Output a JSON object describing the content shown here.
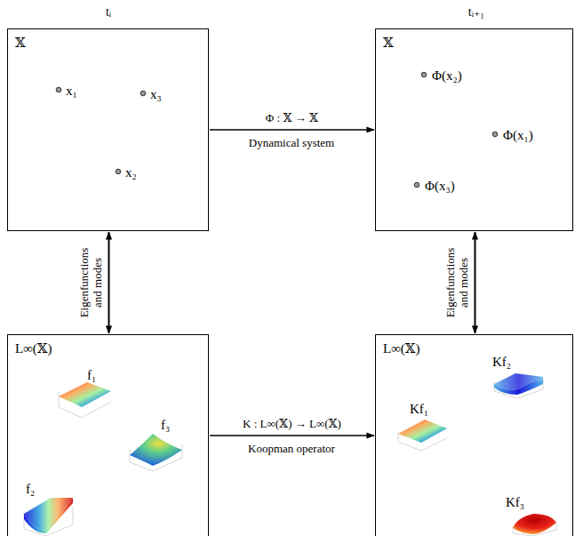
{
  "diagram": {
    "nodes": [
      {
        "text": [
          "tᵢ",
          "𝕏",
          "x₁",
          "x₃",
          "x₂"
        ]
      },
      {
        "text": [
          "tᵢ₊₁",
          "𝕏",
          "Φ(x₂)",
          "Φ(x₁)",
          "Φ(x₃)"
        ]
      },
      {
        "text": [
          "L∞(𝕏)",
          "f₁",
          "f₃",
          "f₂"
        ]
      },
      {
        "text": [
          "L∞(𝕏)",
          "Kf₁",
          "Kf₂",
          "Kf₃"
        ]
      }
    ],
    "edges": [
      {
        "from": 0,
        "to": 1,
        "arrow": "to",
        "label": "Φ : 𝕏 → 𝕏"
      },
      {
        "from": 2,
        "to": 3,
        "arrow": "to",
        "label": "K : L∞(𝕏) → L∞(𝕏)"
      },
      {
        "from": 0,
        "to": 2,
        "arrow": "both",
        "label": "Eigenfunctions and modes"
      },
      {
        "from": 1,
        "to": 3,
        "arrow": "both",
        "label": "Eigenfunctions and modes"
      }
    ],
    "labels": [
      "Dynamical system",
      "Koopman operator"
    ]
  }
}
